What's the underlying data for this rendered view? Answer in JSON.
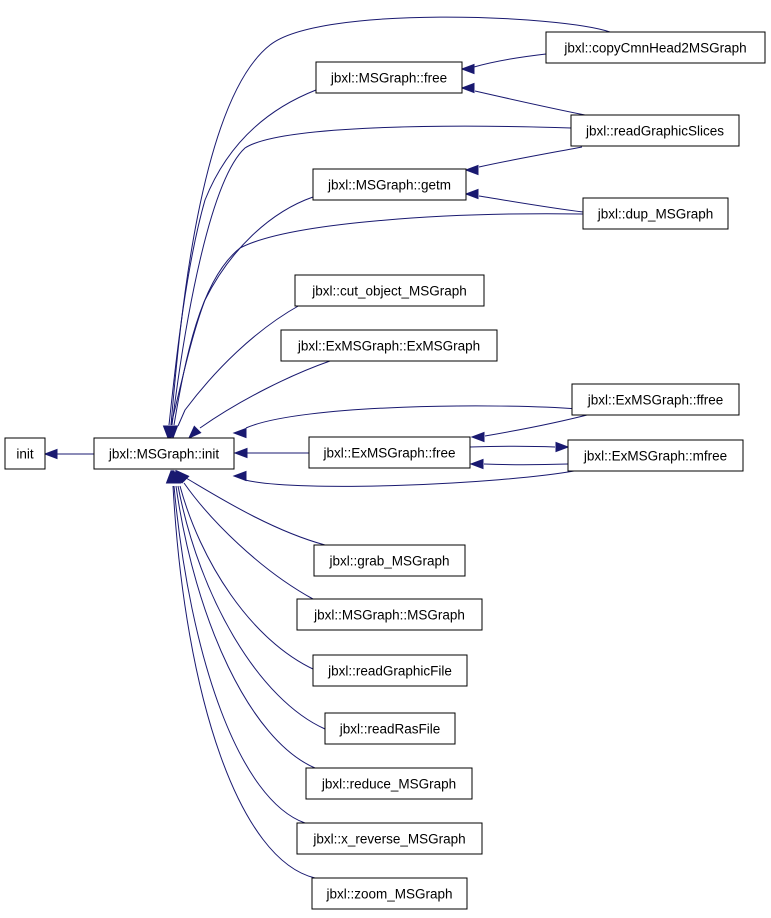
{
  "graph": {
    "nodes": {
      "init": {
        "label": "init",
        "color": "#000000",
        "fill": "#bfbfbf"
      },
      "msgraph_init": {
        "label": "jbxl::MSGraph::init",
        "color": "#000000"
      },
      "msgraph_free": {
        "label": "jbxl::MSGraph::free",
        "color": "#ff0000"
      },
      "copy_cmn_head": {
        "label": "jbxl::copyCmnHead2MSGraph",
        "color": "#000000"
      },
      "read_graphic_slices": {
        "label": "jbxl::readGraphicSlices",
        "color": "#000000"
      },
      "msgraph_getm": {
        "label": "jbxl::MSGraph::getm",
        "color": "#ff0000"
      },
      "dup_msgraph": {
        "label": "jbxl::dup_MSGraph",
        "color": "#000000"
      },
      "cut_object": {
        "label": "jbxl::cut_object_MSGraph",
        "color": "#000000"
      },
      "exmsgraph_ctor": {
        "label": "jbxl::ExMSGraph::ExMSGraph",
        "color": "#000000"
      },
      "exmsgraph_ffree": {
        "label": "jbxl::ExMSGraph::ffree",
        "color": "#000000"
      },
      "exmsgraph_free": {
        "label": "jbxl::ExMSGraph::free",
        "color": "#000000"
      },
      "exmsgraph_mfree": {
        "label": "jbxl::ExMSGraph::mfree",
        "color": "#ff0000"
      },
      "grab_msgraph": {
        "label": "jbxl::grab_MSGraph",
        "color": "#000000"
      },
      "msgraph_ctor": {
        "label": "jbxl::MSGraph::MSGraph",
        "color": "#000000"
      },
      "read_graphic_file": {
        "label": "jbxl::readGraphicFile",
        "color": "#000000"
      },
      "read_ras_file": {
        "label": "jbxl::readRasFile",
        "color": "#000000"
      },
      "reduce_msgraph": {
        "label": "jbxl::reduce_MSGraph",
        "color": "#000000"
      },
      "x_reverse": {
        "label": "jbxl::x_reverse_MSGraph",
        "color": "#000000"
      },
      "zoom_msgraph": {
        "label": "jbxl::zoom_MSGraph",
        "color": "#ff0000"
      }
    },
    "edges": [
      {
        "from": "msgraph_init",
        "to": "init"
      },
      {
        "from": "copy_cmn_head",
        "to": "msgraph_init"
      },
      {
        "from": "copy_cmn_head",
        "to": "msgraph_free"
      },
      {
        "from": "read_graphic_slices",
        "to": "msgraph_free"
      },
      {
        "from": "read_graphic_slices",
        "to": "msgraph_init"
      },
      {
        "from": "read_graphic_slices",
        "to": "msgraph_getm"
      },
      {
        "from": "dup_msgraph",
        "to": "msgraph_getm"
      },
      {
        "from": "dup_msgraph",
        "to": "msgraph_init"
      },
      {
        "from": "msgraph_free",
        "to": "msgraph_init"
      },
      {
        "from": "msgraph_getm",
        "to": "msgraph_init"
      },
      {
        "from": "cut_object",
        "to": "msgraph_init"
      },
      {
        "from": "exmsgraph_ctor",
        "to": "msgraph_init"
      },
      {
        "from": "exmsgraph_ffree",
        "to": "msgraph_init"
      },
      {
        "from": "exmsgraph_ffree",
        "to": "exmsgraph_free"
      },
      {
        "from": "exmsgraph_free",
        "to": "msgraph_init"
      },
      {
        "from": "exmsgraph_free",
        "to": "exmsgraph_mfree"
      },
      {
        "from": "exmsgraph_mfree",
        "to": "exmsgraph_free"
      },
      {
        "from": "exmsgraph_mfree",
        "to": "msgraph_init"
      },
      {
        "from": "grab_msgraph",
        "to": "msgraph_init"
      },
      {
        "from": "msgraph_ctor",
        "to": "msgraph_init"
      },
      {
        "from": "read_graphic_file",
        "to": "msgraph_init"
      },
      {
        "from": "read_ras_file",
        "to": "msgraph_init"
      },
      {
        "from": "reduce_msgraph",
        "to": "msgraph_init"
      },
      {
        "from": "x_reverse",
        "to": "msgraph_init"
      },
      {
        "from": "zoom_msgraph",
        "to": "msgraph_init"
      }
    ],
    "edge_color": "#191970"
  }
}
